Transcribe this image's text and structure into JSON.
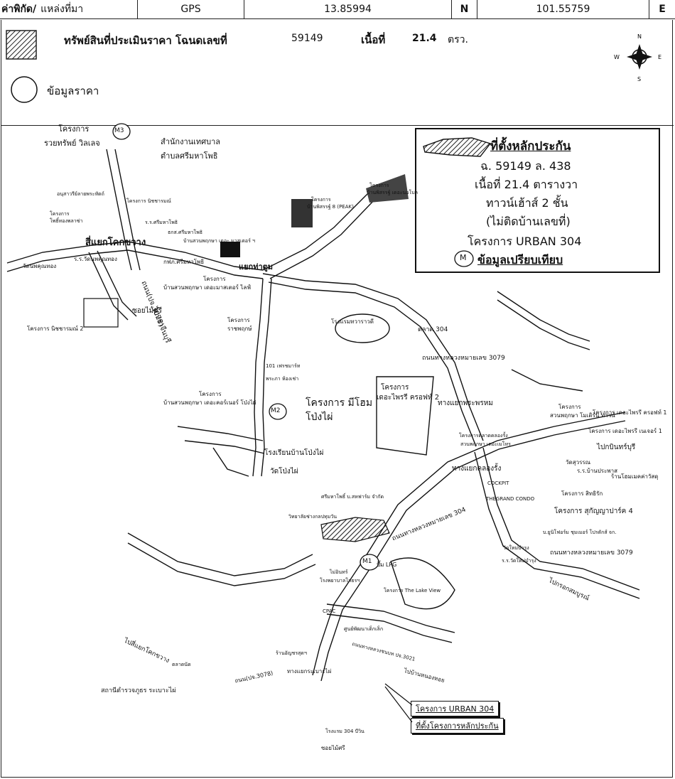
{
  "header": {
    "coord_label": "ค่าพิกัด/",
    "source_label": "แหล่งที่มา",
    "source_value": "GPS",
    "lat": "13.85994",
    "lat_dir": "N",
    "lon": "101.55759",
    "lon_dir": "E"
  },
  "legend": {
    "subject_label": "ทรัพย์สินที่ประเมินราคา โฉนดเลขที่",
    "deed_no": "59149",
    "area_label": "เนื้อที่",
    "area_value": "21.4",
    "area_unit": "ตรว.",
    "price_data_label": "ข้อมูลราคา"
  },
  "compass": {
    "n": "N",
    "s": "S",
    "e": "E",
    "w": "W"
  },
  "info_box": {
    "title": "ที่ตั้งหลักประกัน",
    "line1": "ฉ. 59149 ล. 438",
    "line2": "เนื้อที่ 21.4 ตารางวา",
    "line3": "ทาวน์เฮ้าส์ 2 ชั้น",
    "line4": "(ไม่ติดบ้านเลขที่)",
    "line5": "โครงการ URBAN 304",
    "marker": "M",
    "marker_label": "ข้อมูลเปรียบเทียบ"
  },
  "markers": {
    "m1": "M1",
    "m2": "M2",
    "m3": "M3"
  },
  "callouts": {
    "project": "โครงการ URBAN 304",
    "collateral": "ที่ตั้งโครงการหลักประกัน"
  },
  "colors": {
    "ink": "#111111",
    "road_fill": "#ffffff",
    "hatch": "#222222"
  },
  "labels": {
    "proj_ruay": "โครงการ",
    "proj_ruay2": "รวยทรัพย์ วิลเลจ",
    "municipal": "สำนักงานเทศบาล",
    "municipal2": "ตำบลศรีมหาโพธิ",
    "monument": "อนุสาวรีย์ลายพระหัตถ์",
    "proj_nitcharam": "โครงการ นิชชารมณ์",
    "proj_phothong": "โครงการ",
    "proj_phothong2": "โพธิ์ทองพลาซ่า",
    "school_sri": "ร.ร.ศรีมหาโพธิ",
    "bank_sri": "ธกส.ศรีมหาโพธิ",
    "intersection_kok": "สี่แยกโคกขวาง",
    "wat_khok": "วัดนพคุณทอง",
    "school_wat": "ร.ร.วัดนพคุณทอง",
    "pea": "กฟภ.ศรีมหาโพธิ",
    "road_3078": "ถนน(ปจ.3078)",
    "to_prachin": "ไปปราจีนบุรี",
    "soi_maisi": "ซอยไม้ศรี",
    "proj_nitcharam2": "โครงการ นิชชารมณ์ 2",
    "yaek_tha_toom": "แยกท่าตูม",
    "proj_suanprueksa": "โครงการ",
    "proj_suanprueksa2": "บ้านสวนพฤกษา เดอะมาสเตอร์ ไลฟ์",
    "proj_peak": "โครงการ",
    "proj_peak2": "บ้านพิสรรฐ์ 8 (PEAK)",
    "proj_nobel": "โครงการ",
    "proj_nobel2": "บ้านพิสรรฐ์ เดอะนอโบล",
    "proj_pruksa_master": "บ้านสวนพฤกษา เดอะ มาสเตอร์ ฯ",
    "proj_ratprueksa": "โครงการ",
    "proj_ratprueksa2": "ราชพฤกษ์",
    "hotel_rotsarawadee": "โรงแรมทวาราวดี",
    "market_304": "ตลาด 304",
    "road_3079": "ถนนทางหลวงหมายเลข 3079",
    "seven_eleven": "101 เฟรชมาร์ท",
    "hoeng": "พระภา ห้องเช่า",
    "proj_suanprueksa3": "โครงการ",
    "proj_suanprueksa4": "บ้านสวนพฤกษา เดอะคอร์เนอร์ โป่งไผ่",
    "proj_miihome": "โครงการ มีโฮม",
    "proj_miihome2": "โป่งไผ่",
    "proj_thefree": "โครงการ",
    "proj_thefree2": "เดอะไพรรี ครอฟท์ 2",
    "yaek_phraphrom": "ทางแยกพระพรหม",
    "school_pongpai": "โรงเรียนบ้านโป่งไผ่",
    "wat_pongpai": "วัดโป่งไผ่",
    "proj_suanprueksa_modern": "โครงการ",
    "proj_suanprueksa_modern2": "สวนพฤกษา โมเดิร์น ทาวน์",
    "proj_thefree_1": "โครงการ เดอะไพรรี ครอฟท์ 1",
    "proj_thefree_nature": "โครงการ เดอะไพรรี เนเจอร์ 1",
    "market_proj": "โครงการตลาดคลองรั้ง",
    "suan_ratyo": "สวนพฤกษา เดอะเมโทร",
    "to_kabin": "ไปกบินทร์บุรี",
    "yaek_khlongrang": "ทางแยกคลองรั้ง",
    "wat_school": "วัดสุวรรณ",
    "school_ban": "ร.ร.บ้านประพาส",
    "rice_shop": "ร้านโฮมเมคค่าวัสดุ",
    "sri_mahapho_farm": "ศรีมหาโพธิ์ บ.สหฟาร์ม จำกัด",
    "rice_mill": "วิทยาลัยช่างกลปทุมวัน",
    "road_304": "ถนนทางหลวงหมายเลข 304",
    "cockpit": "COCKPIT",
    "grand_condo": "THEGRAND CONDO",
    "proj_sitthirak": "โครงการ สิทธิรัก",
    "proj_suksan": "โครงการ สุกัญญาปาร์ค 4",
    "supermarket": "บ.ยูนิโฟอร์ม ชุมเมอร์ โปรดักส์ จก.",
    "road_3079b": "ถนนทางหลวงหมายเลข 3079",
    "wat_nongyai": "วัดใหม่บำรุง",
    "school_nongyai": "ร.ร.วัดใหม่บำรุง",
    "to_saket": "ไปกรอกสมบูรณ์",
    "ptt": "ปั๊ม LPG",
    "proj_lakeview": "โครงการ The Lake View",
    "mai_in": "ไม่อินทร์",
    "hospital": "โรงพยาบาลโสธรฯ",
    "cpac": "CPAC",
    "kindergarten": "ศูนย์พัฒนาเด็กเล็ก",
    "to_yaek_kok": "ไปสี่แยกโคกขวาง",
    "market_nak": "ตลาดนัด",
    "police": "สถานีตำรวจภูธร ระเบาะไผ่",
    "yaek_rabao": "ทางแยกระเบาะไผ่",
    "shop_ban": "ร้านอัญชรสุดฯ",
    "road_3021": "ถนนทางหลวงชนบท ปจ.3021",
    "to_nongyai": "ไปบ้านหนองหอย",
    "urban_nearby": "โรงแรม 304 บีวิน",
    "soi_maisi2": "ซอยไม้ศรี",
    "to_3021": "ไปบ้านหนองหอย"
  }
}
